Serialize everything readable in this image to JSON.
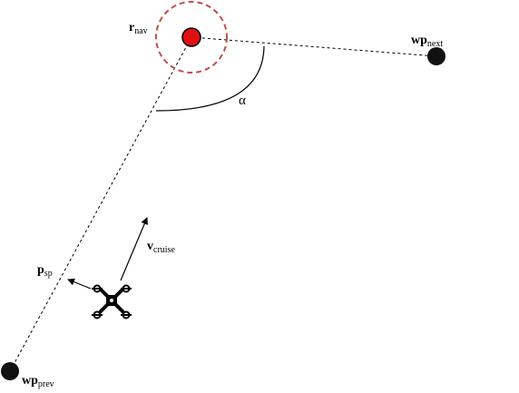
{
  "labels": {
    "r_nav": {
      "main": "r",
      "sub": "nav"
    },
    "wp_next": {
      "main": "wp",
      "sub": "next"
    },
    "wp_prev": {
      "main": "wp",
      "sub": "prev"
    },
    "p_sp": {
      "main": "p",
      "sub": "sp"
    },
    "v_cruise": {
      "main": "v",
      "sub": "cruise"
    },
    "alpha": "α"
  },
  "colors": {
    "current_waypoint_fill": "#e01010",
    "acceptance_circle": "#c0504d",
    "waypoint_fill": "#111111",
    "line": "#000000"
  },
  "icons": {
    "vehicle": "quadcopter-icon"
  }
}
